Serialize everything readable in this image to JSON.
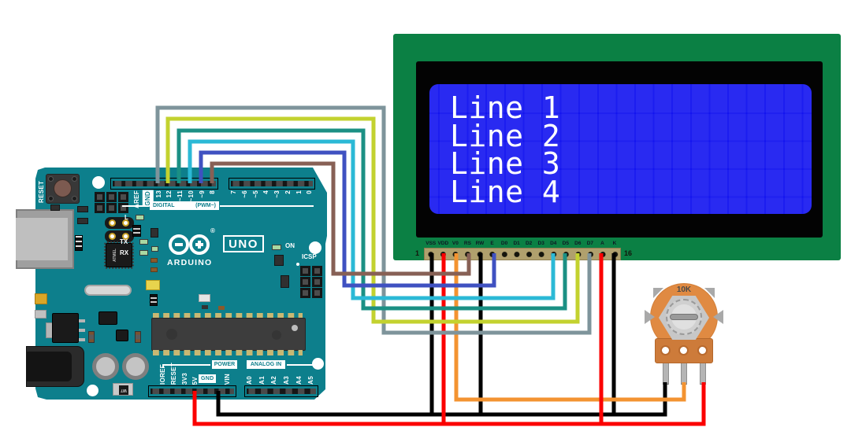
{
  "arduino": {
    "reset_label": "RESET",
    "brand": "ARDUINO",
    "model": "UNO",
    "registered_mark": "®",
    "digital_section_label": "DIGITAL",
    "pwm_section_label": "(PWM~)",
    "power_section_label": "POWER",
    "analog_section_label": "ANALOG IN",
    "on_label": "ON",
    "icsp_label": "ICSP",
    "led_labels": {
      "l": "L",
      "tx": "TX",
      "rx": "RX"
    },
    "chip_label": "ATMEL",
    "component_label": "W7",
    "digital_pins_left": [
      "AREF",
      "GND",
      "13",
      "12",
      "~11",
      "~10",
      "~9",
      "8"
    ],
    "digital_pins_right": [
      "7",
      "~6",
      "~5",
      "4",
      "~3",
      "2",
      "1",
      "0"
    ],
    "power_pins": [
      "IOREF",
      "RESET",
      "3V3",
      "5V",
      "GND",
      "VIN"
    ],
    "analog_pins": [
      "A0",
      "A1",
      "A2",
      "A3",
      "A4",
      "A5"
    ]
  },
  "lcd": {
    "screen_lines": [
      "Line 1",
      "Line 2",
      "Line 3",
      "Line 4"
    ],
    "pins": [
      "VSS",
      "VDD",
      "V0",
      "RS",
      "RW",
      "E",
      "D0",
      "D1",
      "D2",
      "D3",
      "D4",
      "D5",
      "D6",
      "D7",
      "A",
      "K"
    ],
    "first_pin_number": "1",
    "last_pin_number": "16"
  },
  "potentiometer": {
    "value_label": "10K"
  },
  "wires": {
    "connections": [
      {
        "from": "Arduino 5V",
        "to": "Potentiometer right leg via 5V rail",
        "color": "#fb0000"
      },
      {
        "from": "Arduino GND",
        "to": "Potentiometer left leg via GND rail",
        "color": "#000000"
      },
      {
        "from": "LCD VSS",
        "to": "GND rail",
        "color": "#000000"
      },
      {
        "from": "LCD VDD",
        "to": "5V rail",
        "color": "#fb0000"
      },
      {
        "from": "LCD V0",
        "to": "Potentiometer wiper",
        "color": "#f39331"
      },
      {
        "from": "LCD RW",
        "to": "GND rail",
        "color": "#000000"
      },
      {
        "from": "LCD K",
        "to": "GND rail",
        "color": "#000000"
      },
      {
        "from": "LCD A",
        "to": "5V rail",
        "color": "#fb0000"
      },
      {
        "from": "Arduino 13",
        "to": "LCD D7",
        "color": "#7e949b"
      },
      {
        "from": "Arduino 12",
        "to": "LCD D6",
        "color": "#c3d22f"
      },
      {
        "from": "Arduino ~11",
        "to": "LCD D5",
        "color": "#1b9084"
      },
      {
        "from": "Arduino ~10",
        "to": "LCD D4",
        "color": "#2bb9d6"
      },
      {
        "from": "Arduino ~9",
        "to": "LCD E",
        "color": "#3f51c1"
      },
      {
        "from": "Arduino 8",
        "to": "LCD RS",
        "color": "#876055"
      }
    ]
  },
  "colors": {
    "arduino_teal": "#0d7f8c",
    "lcd_green": "#0b8044",
    "lcd_blue": "#1213f0",
    "pot_orange": "#e08a42",
    "wire_gray": "#7e949b",
    "wire_yellow_green": "#c3d22f",
    "wire_teal": "#1b9084",
    "wire_cyan": "#2bb9d6",
    "wire_blue": "#3f51c1",
    "wire_brown": "#876055",
    "wire_red": "#fb0000",
    "wire_orange": "#f39331",
    "wire_black": "#000000"
  }
}
